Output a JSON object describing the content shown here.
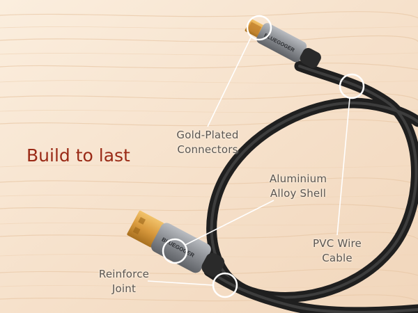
{
  "headline": "Build to last",
  "brand": "BLUEGOGER",
  "callouts": {
    "gold_plated_line1": "Gold-Plated",
    "gold_plated_line2": "Connectors",
    "aluminium_line1": "Aluminium",
    "aluminium_line2": "Alloy Shell",
    "pvc_line1": "PVC Wire",
    "pvc_line2": "Cable",
    "reinforce_line1": "Reinforce",
    "reinforce_line2": "Joint"
  },
  "colors": {
    "headline": "#9a2a16",
    "label_text": "#5a5550",
    "wood_light": "#f8e6d2",
    "wood_mid": "#efd3b6",
    "cable": "#2b2b2b",
    "shell": "#8c8f94",
    "gold": "#d99a3e"
  }
}
